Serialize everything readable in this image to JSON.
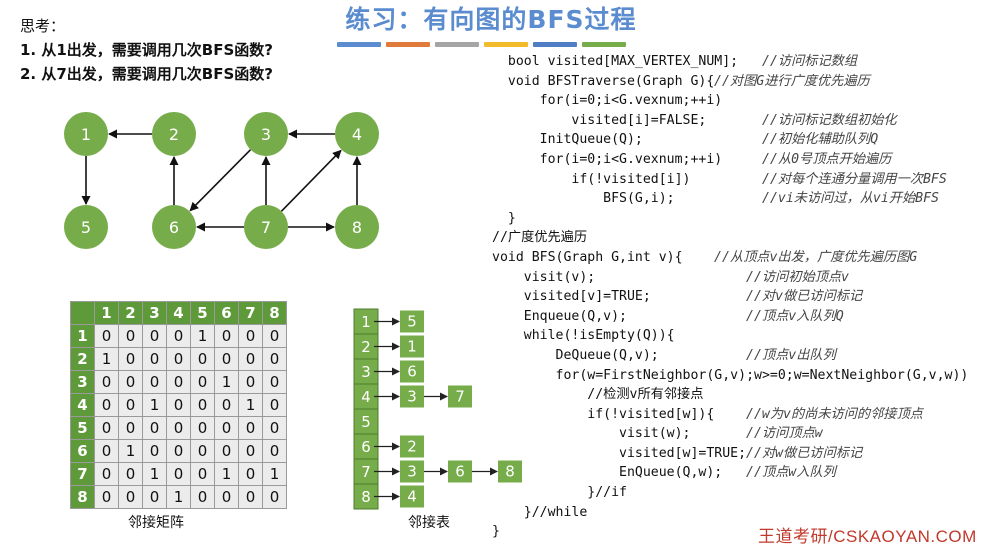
{
  "title": "练习：有向图的BFS过程",
  "colors": {
    "bar": [
      "#5b8ccf",
      "#e07a3a",
      "#a5a5a5",
      "#f2bb2b",
      "#4f7ec4",
      "#77ac4b"
    ],
    "node": "#77ac4b",
    "header": "#5e9a3a"
  },
  "questions": {
    "head": "思考：",
    "q1": "1. 从1出发，需要调用几次BFS函数?",
    "q2": "2. 从7出发，需要调用几次BFS函数?"
  },
  "graph": {
    "nodes": [
      {
        "id": "1"
      },
      {
        "id": "2"
      },
      {
        "id": "3"
      },
      {
        "id": "4"
      },
      {
        "id": "5"
      },
      {
        "id": "6"
      },
      {
        "id": "7"
      },
      {
        "id": "8"
      }
    ]
  },
  "matrix": {
    "caption": "邻接矩阵",
    "cols": [
      "1",
      "2",
      "3",
      "4",
      "5",
      "6",
      "7",
      "8"
    ],
    "rows": [
      {
        "label": "1",
        "cells": [
          "0",
          "0",
          "0",
          "0",
          "1",
          "0",
          "0",
          "0"
        ]
      },
      {
        "label": "2",
        "cells": [
          "1",
          "0",
          "0",
          "0",
          "0",
          "0",
          "0",
          "0"
        ]
      },
      {
        "label": "3",
        "cells": [
          "0",
          "0",
          "0",
          "0",
          "0",
          "1",
          "0",
          "0"
        ]
      },
      {
        "label": "4",
        "cells": [
          "0",
          "0",
          "1",
          "0",
          "0",
          "0",
          "1",
          "0"
        ]
      },
      {
        "label": "5",
        "cells": [
          "0",
          "0",
          "0",
          "0",
          "0",
          "0",
          "0",
          "0"
        ]
      },
      {
        "label": "6",
        "cells": [
          "0",
          "1",
          "0",
          "0",
          "0",
          "0",
          "0",
          "0"
        ]
      },
      {
        "label": "7",
        "cells": [
          "0",
          "0",
          "1",
          "0",
          "0",
          "1",
          "0",
          "1"
        ]
      },
      {
        "label": "8",
        "cells": [
          "0",
          "0",
          "0",
          "1",
          "0",
          "0",
          "0",
          "0"
        ]
      }
    ]
  },
  "adjlist": {
    "caption": "邻接表",
    "vertices": [
      {
        "v": "1",
        "adj": [
          "5"
        ]
      },
      {
        "v": "2",
        "adj": [
          "1"
        ]
      },
      {
        "v": "3",
        "adj": [
          "6"
        ]
      },
      {
        "v": "4",
        "adj": [
          "3",
          "7"
        ]
      },
      {
        "v": "5",
        "adj": []
      },
      {
        "v": "6",
        "adj": [
          "2"
        ]
      },
      {
        "v": "7",
        "adj": [
          "3",
          "6",
          "8"
        ]
      },
      {
        "v": "8",
        "adj": [
          "4"
        ]
      }
    ]
  },
  "code": [
    {
      "code": "  bool visited[MAX_VERTEX_NUM];",
      "comment": "//访问标记数组"
    },
    {
      "code": "  void BFSTraverse(Graph G){",
      "comment": "//对图G进行广度优先遍历"
    },
    {
      "code": "      for(i=0;i<G.vexnum;++i)",
      "comment": ""
    },
    {
      "code": "          visited[i]=FALSE;",
      "comment": "//访问标记数组初始化"
    },
    {
      "code": "      InitQueue(Q);",
      "comment": "//初始化辅助队列Q"
    },
    {
      "code": "      for(i=0;i<G.vexnum;++i)",
      "comment": "//从0号顶点开始遍历"
    },
    {
      "code": "          if(!visited[i])",
      "comment": "//对每个连通分量调用一次BFS"
    },
    {
      "code": "              BFS(G,i);",
      "comment": "//vi未访问过，从vi开始BFS"
    },
    {
      "code": "  }",
      "comment": ""
    },
    {
      "code": "//广度优先遍历",
      "comment": ""
    },
    {
      "code": "void BFS(Graph G,int v){",
      "comment": "//从顶点v出发，广度优先遍历图G"
    },
    {
      "code": "    visit(v);",
      "comment": "//访问初始顶点v"
    },
    {
      "code": "    visited[v]=TRUE;",
      "comment": "//对v做已访问标记"
    },
    {
      "code": "    Enqueue(Q,v);",
      "comment": "//顶点v入队列Q"
    },
    {
      "code": "    while(!isEmpty(Q)){",
      "comment": ""
    },
    {
      "code": "        DeQueue(Q,v);",
      "comment": "//顶点v出队列"
    },
    {
      "code": "        for(w=FirstNeighbor(G,v);w>=0;w=NextNeighbor(G,v,w))",
      "comment": ""
    },
    {
      "code": "            //检测v所有邻接点",
      "comment": ""
    },
    {
      "code": "            if(!visited[w]){",
      "comment": "//w为v的尚未访问的邻接顶点"
    },
    {
      "code": "                visit(w);",
      "comment": "//访问顶点w"
    },
    {
      "code": "                visited[w]=TRUE;",
      "comment": "//对w做已访问标记"
    },
    {
      "code": "                EnQueue(Q,w);",
      "comment": "//顶点w入队列"
    },
    {
      "code": "            }//if",
      "comment": ""
    },
    {
      "code": "    }//while",
      "comment": ""
    },
    {
      "code": "}",
      "comment": ""
    }
  ],
  "watermark": "王道考研/CSKAOYAN.COM"
}
